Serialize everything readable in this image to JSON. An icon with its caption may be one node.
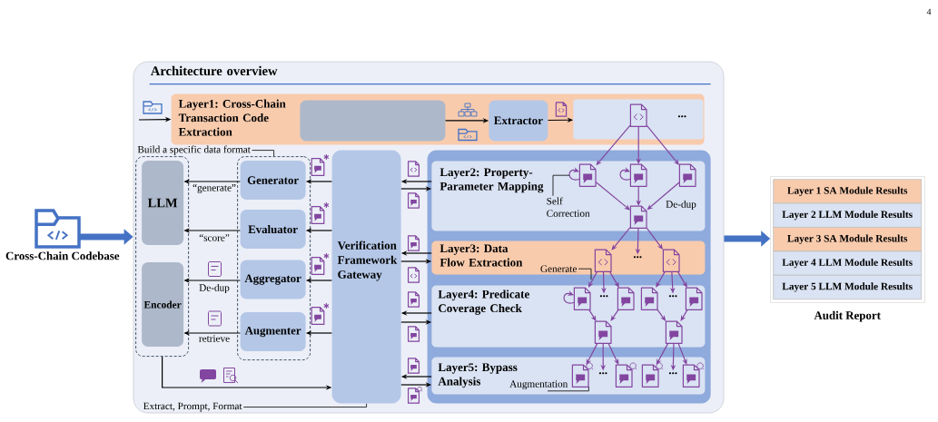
{
  "diagram": {
    "nodes": [
      {
        "text": [
          "Cross-Chain Codebase"
        ]
      },
      {
        "text": [
          "Architecture overview"
        ]
      },
      {
        "text": [
          "Layer1: Cross-Chain Transaction Code Extraction"
        ],
        "in": 1
      },
      {
        "text": [],
        "shape": "box",
        "in": 2
      },
      {
        "text": [
          "Extractor"
        ],
        "in": 2
      },
      {
        "text": [
          "..."
        ],
        "in": 2
      },
      {
        "text": [],
        "shape": "picture",
        "in": 5
      },
      {
        "text": [
          "Build a specific data format"
        ],
        "in": 1
      },
      {
        "text": [],
        "shape": "box",
        "in": 1
      },
      {
        "text": [
          "LLM"
        ],
        "in": 8
      },
      {
        "text": [
          "Encoder"
        ],
        "in": 8
      },
      {
        "text": [],
        "shape": "box",
        "in": 1
      },
      {
        "text": [
          "Generator"
        ],
        "in": 11
      },
      {
        "text": [
          "Evaluator"
        ],
        "in": 11
      },
      {
        "text": [
          "Aggregator"
        ],
        "in": 11
      },
      {
        "text": [
          "Augmenter"
        ],
        "in": 11
      },
      {
        "text": [
          "Verification Framework Gateway"
        ],
        "in": 1
      },
      {
        "text": [
          "Extract, Prompt, Format"
        ],
        "in": 1
      },
      {
        "text": [],
        "shape": "box",
        "in": 1
      },
      {
        "text": [
          "Layer2: Property-Parameter Mapping"
        ],
        "in": 18
      },
      {
        "text": [],
        "shape": "picture",
        "in": 19
      },
      {
        "text": [],
        "shape": "picture",
        "in": 19
      },
      {
        "text": [],
        "shape": "picture",
        "in": 19
      },
      {
        "text": [
          "Self Correction"
        ],
        "in": 19
      },
      {
        "text": [],
        "shape": "picture",
        "in": 19
      },
      {
        "text": [
          "Layer3: Data Flow Extraction"
        ],
        "in": 18
      },
      {
        "text": [],
        "shape": "picture",
        "in": 25
      },
      {
        "text": [
          "..."
        ],
        "in": 25
      },
      {
        "text": [],
        "shape": "picture",
        "in": 25
      },
      {
        "text": [
          "Generate"
        ],
        "in": 25
      },
      {
        "text": [
          "Layer4: Predicate Coverage Check"
        ],
        "in": 18
      },
      {
        "text": [],
        "shape": "picture",
        "in": 30
      },
      {
        "text": [
          "..."
        ],
        "in": 30
      },
      {
        "text": [],
        "shape": "picture",
        "in": 30
      },
      {
        "text": [],
        "shape": "picture",
        "in": 30
      },
      {
        "text": [
          "..."
        ],
        "in": 30
      },
      {
        "text": [],
        "shape": "picture",
        "in": 30
      },
      {
        "text": [],
        "shape": "picture",
        "in": 30
      },
      {
        "text": [],
        "shape": "picture",
        "in": 30
      },
      {
        "text": [
          "Layer5: Bypass Analysis"
        ],
        "in": 18
      },
      {
        "text": [],
        "shape": "picture",
        "in": 39
      },
      {
        "text": [
          "..."
        ],
        "in": 39
      },
      {
        "text": [],
        "shape": "picture",
        "in": 39
      },
      {
        "text": [],
        "shape": "picture",
        "in": 39
      },
      {
        "text": [
          "..."
        ],
        "in": 39
      },
      {
        "text": [],
        "shape": "picture",
        "in": 39
      },
      {
        "text": [
          "Augmentation"
        ],
        "in": 39
      },
      {
        "text": [
          "Audit Report"
        ]
      },
      {
        "text": [
          "Layer 1 SA Module Results"
        ],
        "in": 47
      },
      {
        "text": [
          "Layer 2 LLM Module Results"
        ],
        "in": 47
      },
      {
        "text": [
          "Layer 3 SA Module Results"
        ],
        "in": 47
      },
      {
        "text": [
          "Layer 4 LLM Module Results"
        ],
        "in": 47
      },
      {
        "text": [
          "Layer 5 LLM Module Results"
        ],
        "in": 47
      }
    ],
    "edges": [
      {
        "from": 0,
        "to": 1,
        "arrow": "to",
        "style": "thick",
        "color": "#4472c4"
      },
      {
        "from": null,
        "to": 2,
        "arrow": "to",
        "color": "#000000"
      },
      {
        "from": 3,
        "to": 4,
        "arrow": "to",
        "color": "#000000"
      },
      {
        "from": 4,
        "to": 5,
        "arrow": "to",
        "color": "#000000"
      },
      {
        "from": 6,
        "to": 20,
        "arrow": "to"
      },
      {
        "from": 6,
        "to": 21,
        "arrow": "to"
      },
      {
        "from": 6,
        "to": 22,
        "arrow": "to"
      },
      {
        "from": 20,
        "to": 20,
        "arrow": "to"
      },
      {
        "from": 21,
        "to": 21,
        "arrow": "to"
      },
      {
        "from": 23,
        "to": 20,
        "arrow": "none",
        "color": "#000000"
      },
      {
        "from": 20,
        "to": 24,
        "arrow": "to"
      },
      {
        "from": 21,
        "to": 24,
        "arrow": "to"
      },
      {
        "from": 22,
        "to": 24,
        "arrow": "to"
      },
      {
        "from": 24,
        "to": 26,
        "arrow": "to"
      },
      {
        "from": 24,
        "to": 27,
        "arrow": "to"
      },
      {
        "from": 24,
        "to": 28,
        "arrow": "to"
      },
      {
        "from": 29,
        "to": null,
        "arrow": "none",
        "color": "#000000"
      },
      {
        "from": 26,
        "to": 31,
        "arrow": "to"
      },
      {
        "from": 26,
        "to": 32,
        "arrow": "to"
      },
      {
        "from": 26,
        "to": 33,
        "arrow": "to"
      },
      {
        "from": 28,
        "to": 34,
        "arrow": "to"
      },
      {
        "from": 28,
        "to": 35,
        "arrow": "to"
      },
      {
        "from": 28,
        "to": 36,
        "arrow": "to"
      },
      {
        "from": 31,
        "to": 31,
        "arrow": "to"
      },
      {
        "from": 31,
        "to": 37,
        "arrow": "to"
      },
      {
        "from": 33,
        "to": 37,
        "arrow": "to"
      },
      {
        "from": 34,
        "to": 38,
        "arrow": "to"
      },
      {
        "from": 36,
        "to": 38,
        "arrow": "to"
      },
      {
        "from": 37,
        "to": 40,
        "arrow": "to"
      },
      {
        "from": 37,
        "to": 41,
        "arrow": "to"
      },
      {
        "from": 37,
        "to": 42,
        "arrow": "to"
      },
      {
        "from": 38,
        "to": 43,
        "arrow": "to"
      },
      {
        "from": 38,
        "to": 44,
        "arrow": "to"
      },
      {
        "from": 38,
        "to": 45,
        "arrow": "to"
      },
      {
        "from": 46,
        "to": 40,
        "arrow": "none",
        "color": "#000000"
      },
      {
        "from": 7,
        "to": 11,
        "arrow": "none",
        "color": "#000000"
      },
      {
        "from": 12,
        "to": 9,
        "arrow": "to",
        "label": "“generate”",
        "color": "#000000"
      },
      {
        "from": 13,
        "to": 9,
        "arrow": "to",
        "label": "“score”",
        "color": "#000000"
      },
      {
        "from": 14,
        "to": 10,
        "arrow": "to",
        "label": "De-dup",
        "color": "#000000"
      },
      {
        "from": 15,
        "to": 10,
        "arrow": "to",
        "label": "retrieve",
        "color": "#000000"
      },
      {
        "from": 16,
        "to": 12,
        "arrow": "to",
        "color": "#000000"
      },
      {
        "from": 16,
        "to": 13,
        "arrow": "to",
        "color": "#000000"
      },
      {
        "from": 16,
        "to": 14,
        "arrow": "to",
        "color": "#000000"
      },
      {
        "from": 16,
        "to": 15,
        "arrow": "to",
        "color": "#000000"
      },
      {
        "from": 8,
        "to": 16,
        "arrow": "to",
        "color": "#000000"
      },
      {
        "from": 17,
        "to": 16,
        "arrow": "none",
        "color": "#000000"
      },
      {
        "from": 19,
        "to": 16,
        "arrow": "to",
        "color": "#000000"
      },
      {
        "from": 16,
        "to": 19,
        "arrow": "to",
        "color": "#000000"
      },
      {
        "from": 25,
        "to": 16,
        "arrow": "to",
        "color": "#000000"
      },
      {
        "from": 16,
        "to": 25,
        "arrow": "to",
        "color": "#000000"
      },
      {
        "from": 30,
        "to": 16,
        "arrow": "to",
        "color": "#000000"
      },
      {
        "from": 16,
        "to": 30,
        "arrow": "to",
        "color": "#000000"
      },
      {
        "from": 39,
        "to": 16,
        "arrow": "to",
        "color": "#000000"
      },
      {
        "from": 16,
        "to": 39,
        "arrow": "to",
        "color": "#000000"
      },
      {
        "from": 1,
        "to": 47,
        "arrow": "to",
        "style": "thick",
        "color": "#4472c4"
      }
    ],
    "labels": [
      "4",
      "De-dup"
    ]
  }
}
